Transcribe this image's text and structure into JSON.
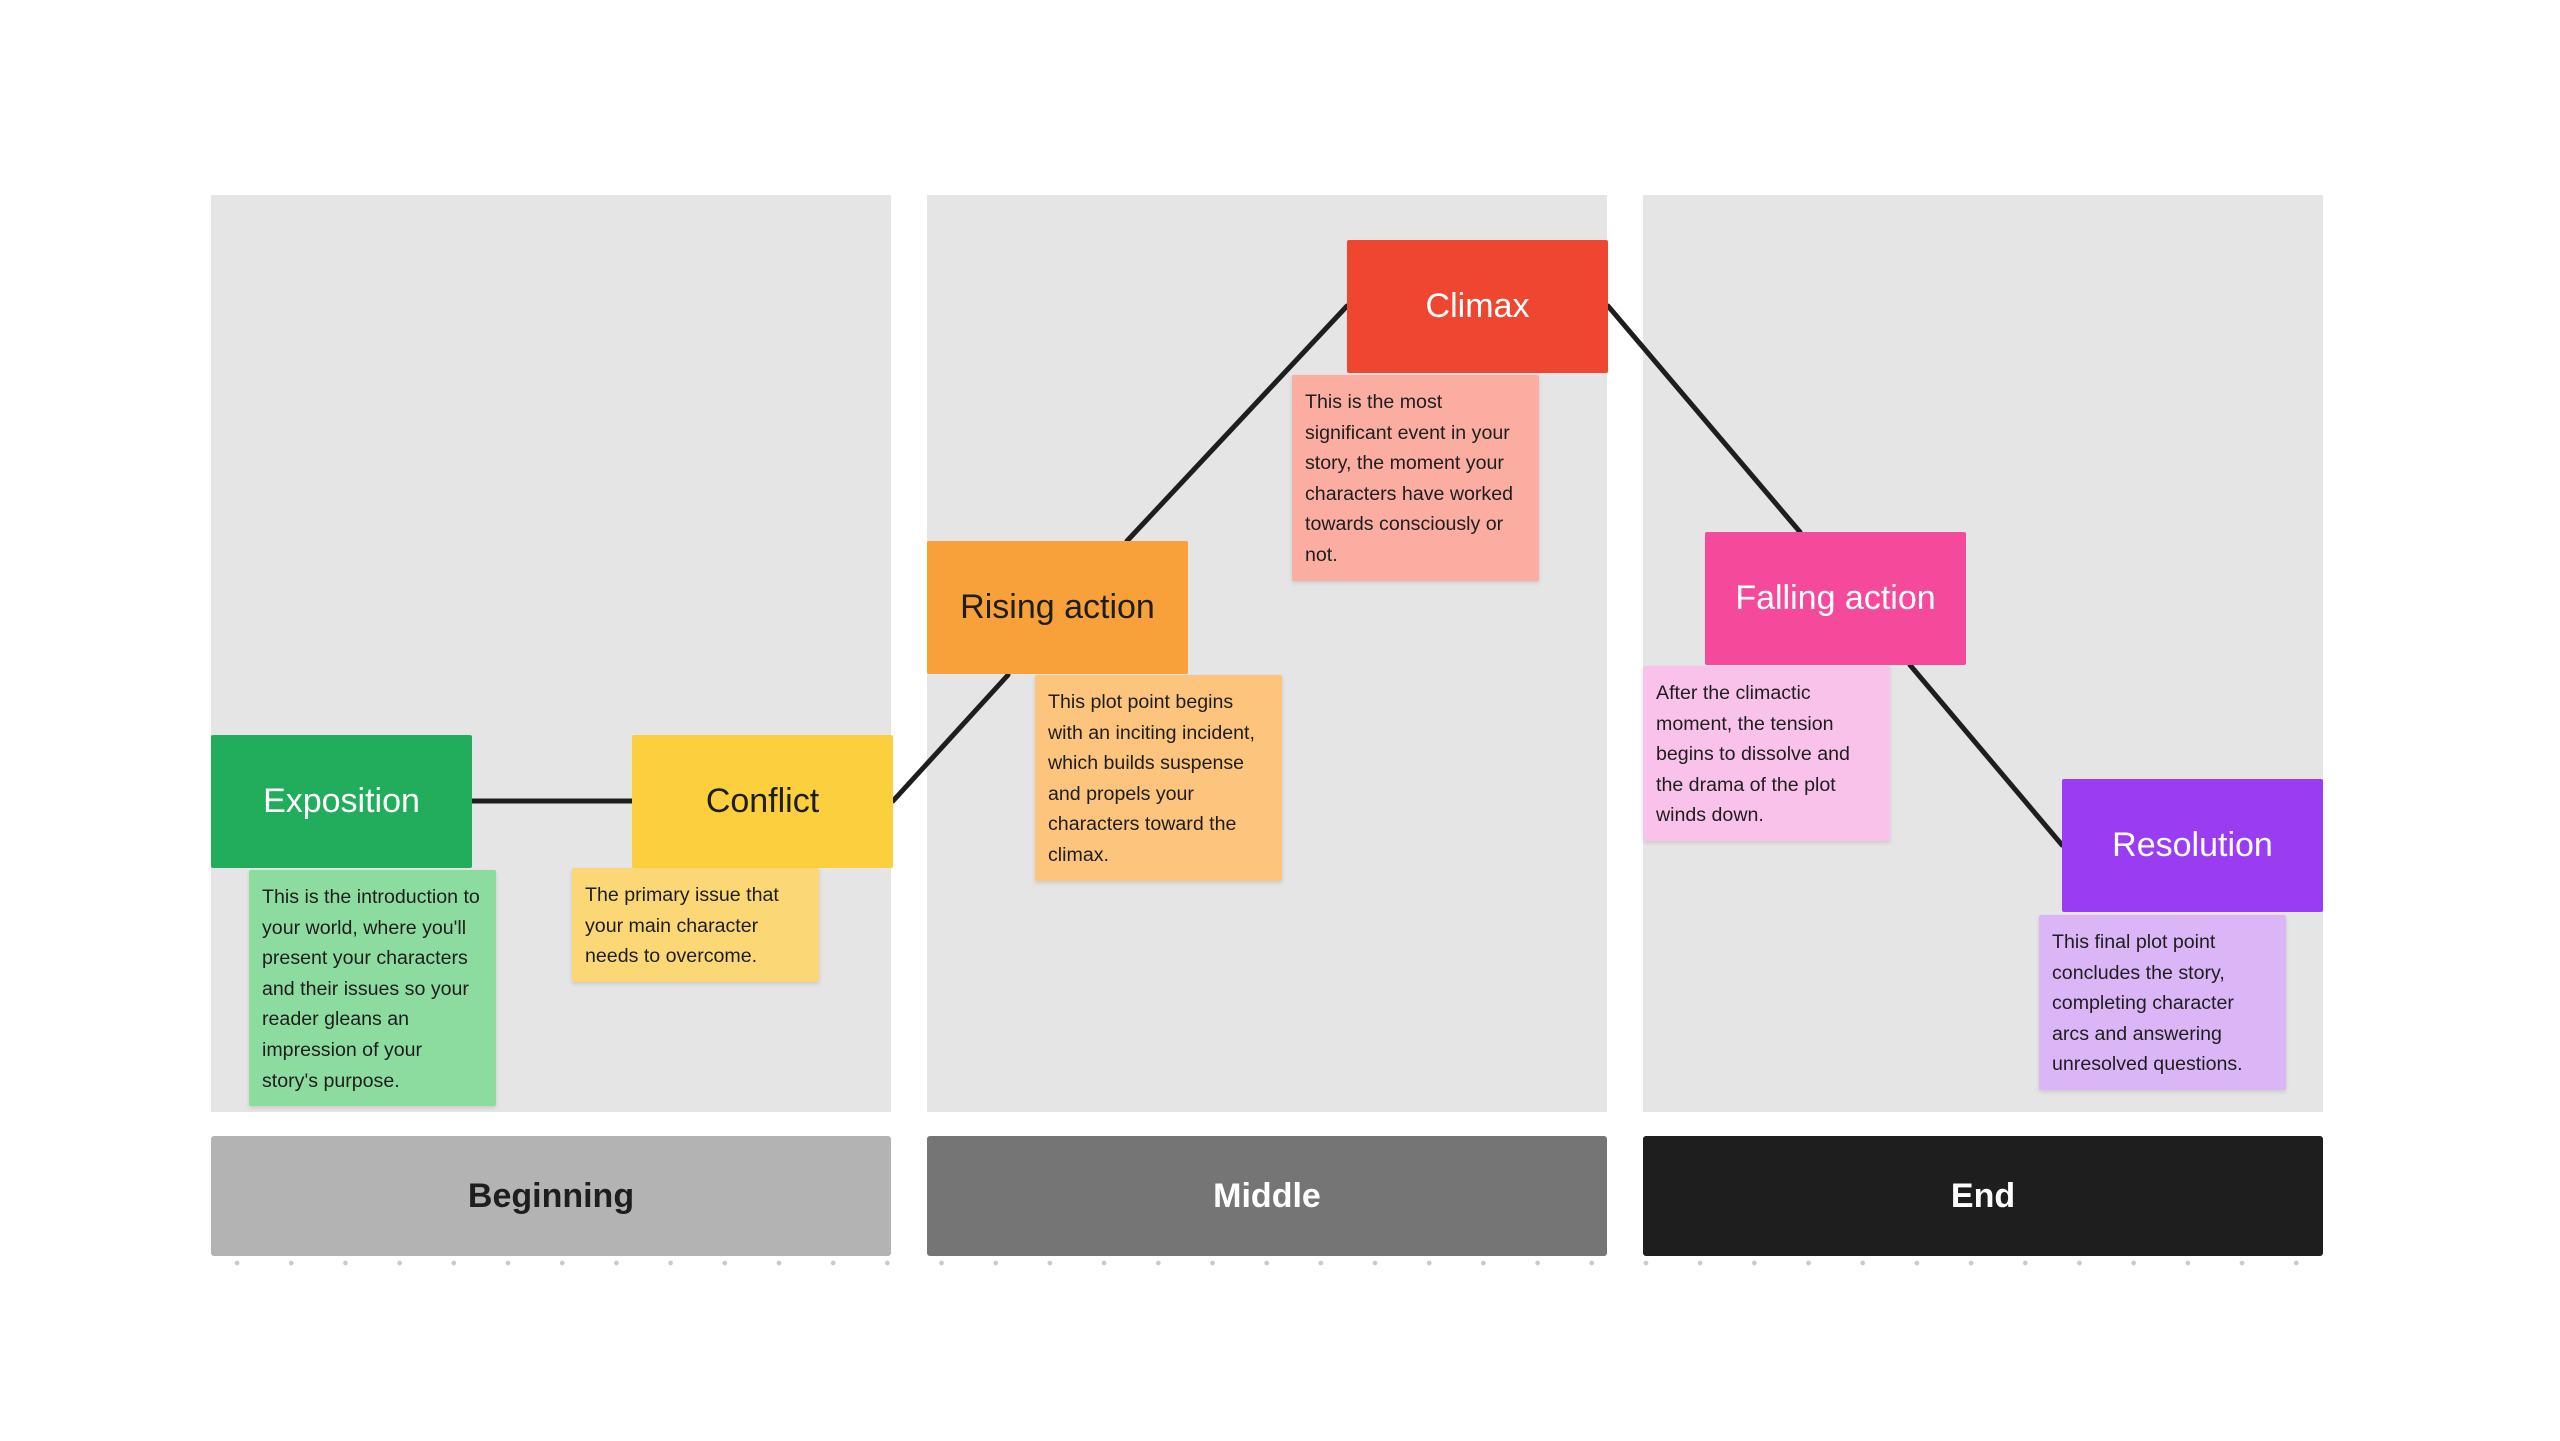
{
  "sections": [
    {
      "label": "Beginning",
      "bg": "#b3b3b3",
      "fg": "#1e1e1e"
    },
    {
      "label": "Middle",
      "bg": "#757575",
      "fg": "#ffffff"
    },
    {
      "label": "End",
      "bg": "#1e1e1e",
      "fg": "#ffffff"
    }
  ],
  "stages": {
    "exposition": {
      "label": "Exposition",
      "color": "#22ad5c",
      "text_color": "#ffffff",
      "note": "This is the introduction to your world, where you'll present your characters and their issues so your reader gleans an impression of your story's purpose.",
      "note_color": "#8ddc9f"
    },
    "conflict": {
      "label": "Conflict",
      "color": "#fbcf3e",
      "text_color": "#1e1e1e",
      "note": "The primary issue that your main character needs to overcome.",
      "note_color": "#fbd875"
    },
    "rising_action": {
      "label": "Rising action",
      "color": "#f8a03a",
      "text_color": "#1e1e1e",
      "note": "This plot point begins with an inciting incident, which builds suspense and propels your characters toward the climax.",
      "note_color": "#fcc47c"
    },
    "climax": {
      "label": "Climax",
      "color": "#ee4631",
      "text_color": "#ffffff",
      "note": "This is the most significant event in your story, the moment your characters have worked towards consciously or not.",
      "note_color": "#fbada2"
    },
    "falling_action": {
      "label": "Falling action",
      "color": "#f54a9c",
      "text_color": "#ffffff",
      "note": "After the climactic moment, the tension begins to dissolve and the drama of the plot winds down.",
      "note_color": "#f9c2ea"
    },
    "resolution": {
      "label": "Resolution",
      "color": "#9a3cf2",
      "text_color": "#ffffff",
      "note": "This final plot point concludes the story, completing character arcs and answering unresolved questions.",
      "note_color": "#dab6f7"
    }
  }
}
